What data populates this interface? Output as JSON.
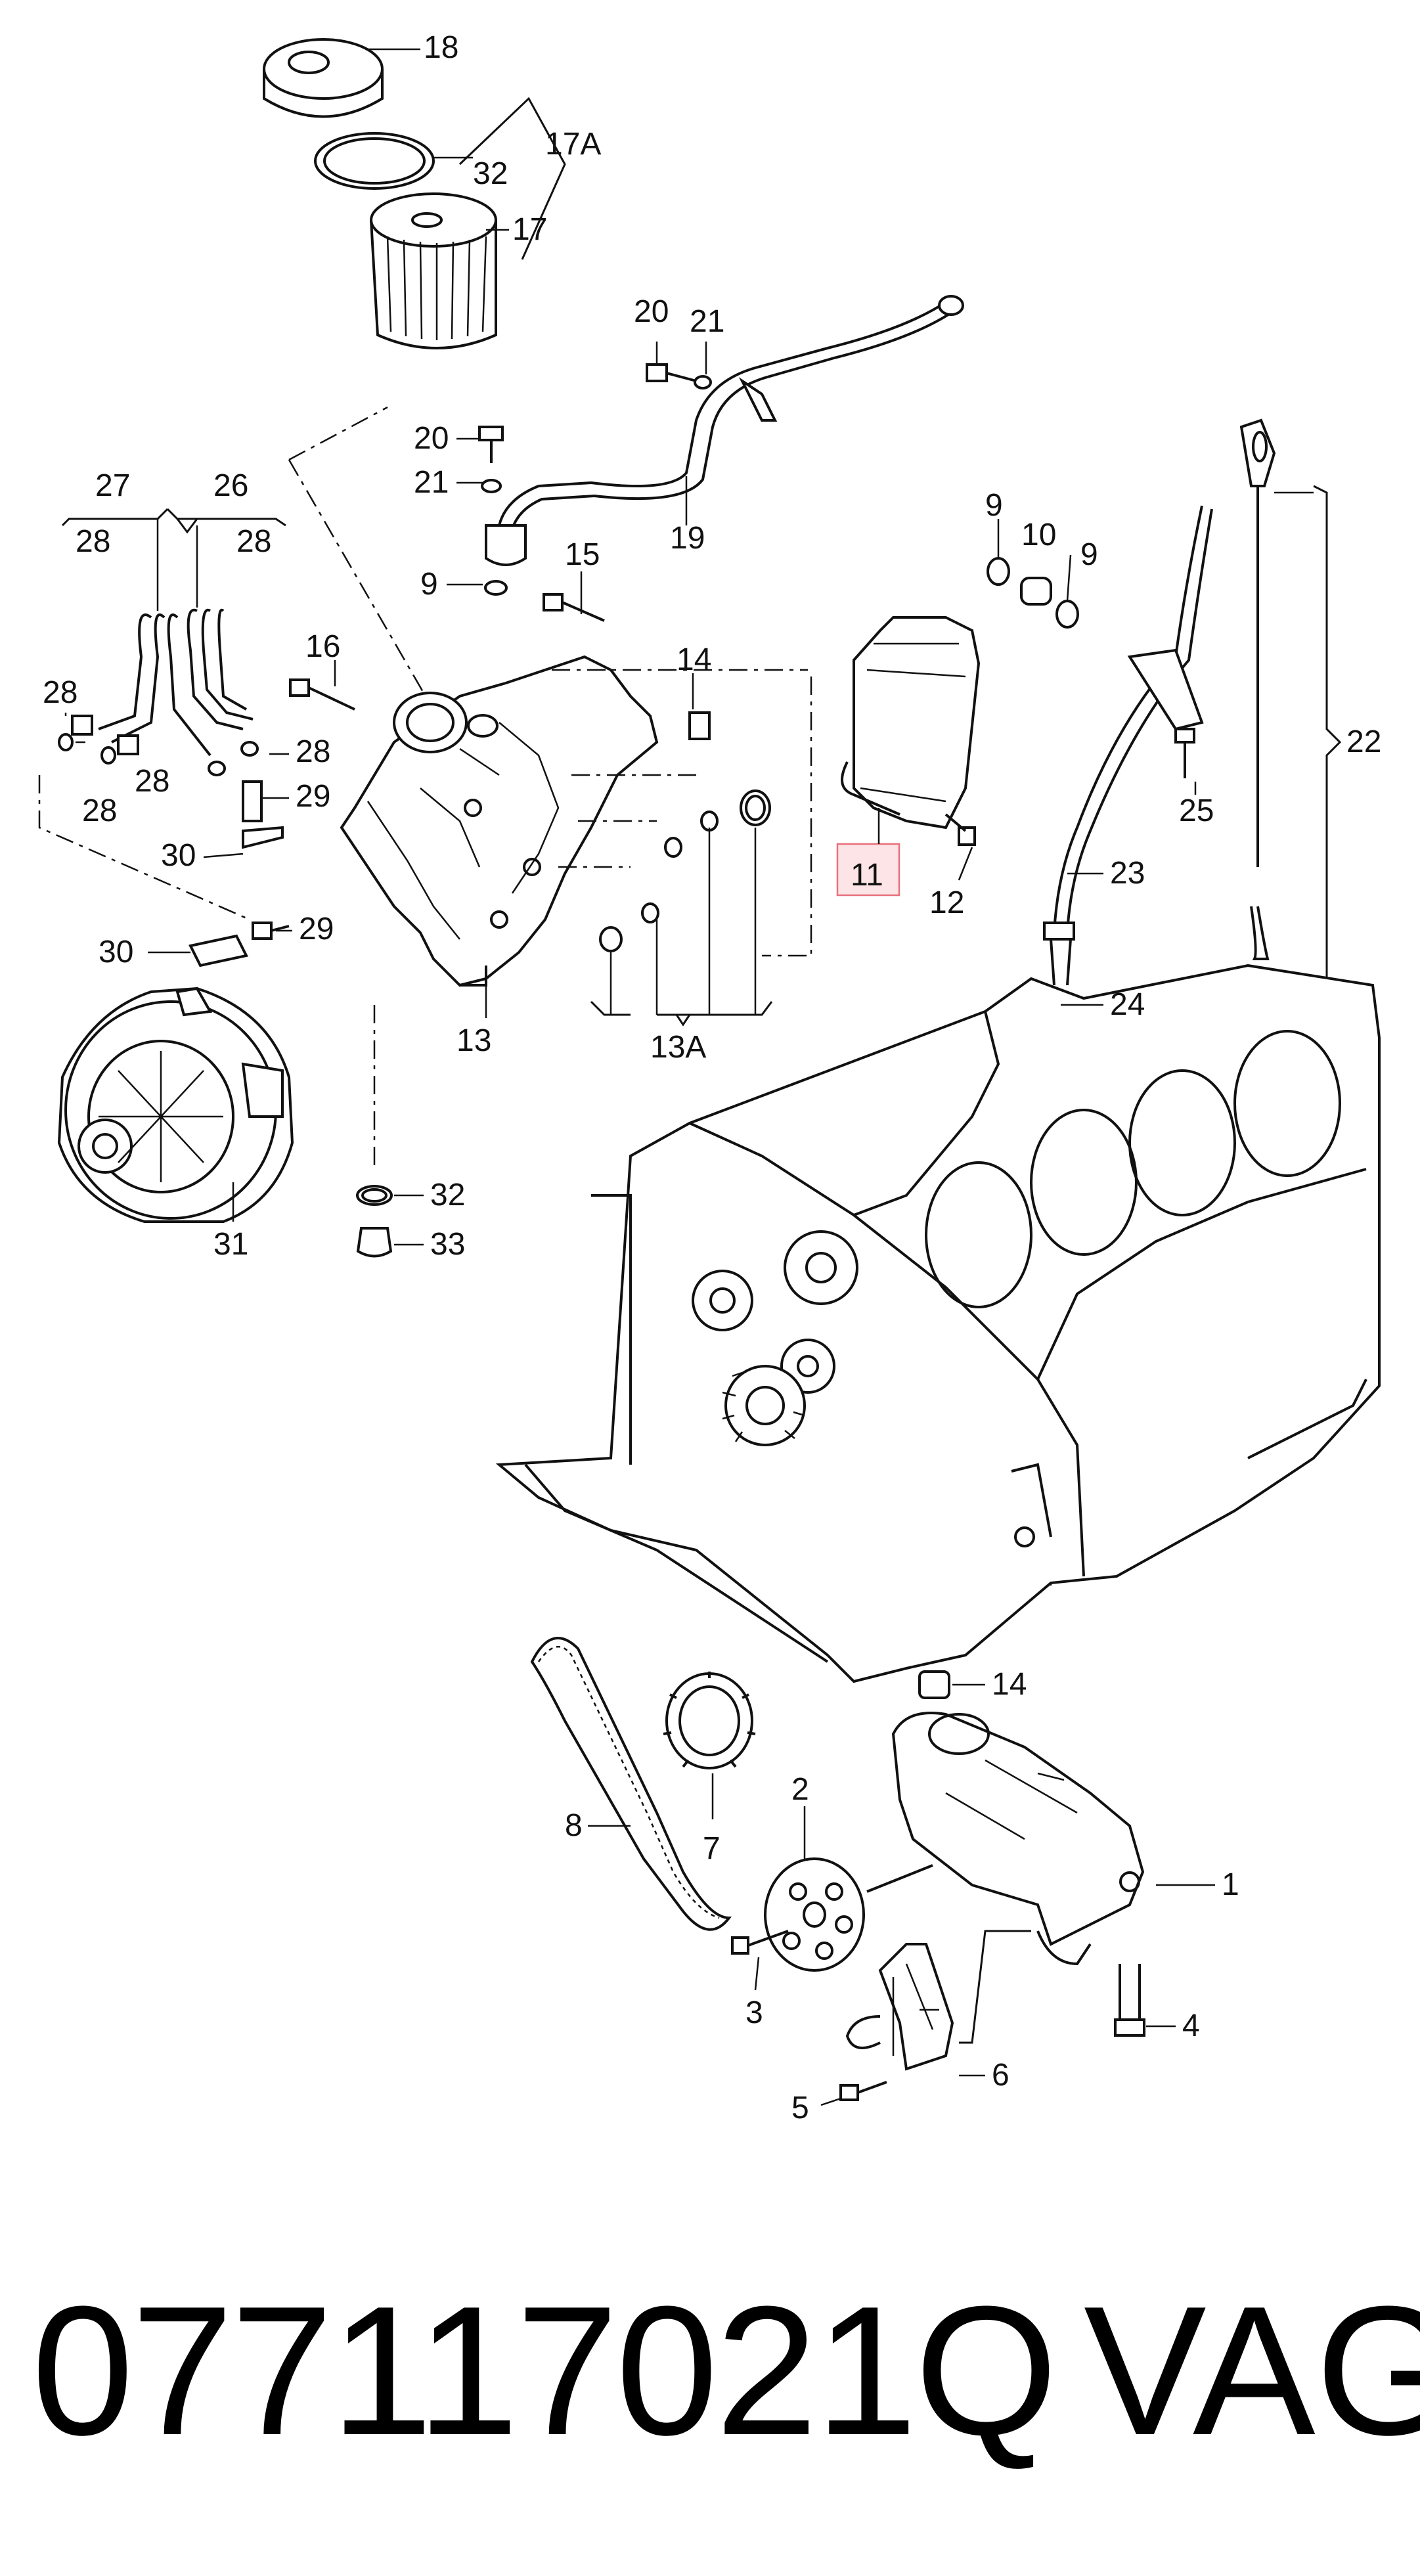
{
  "diagram": {
    "callouts": {
      "c1": "1",
      "c2": "2",
      "c3": "3",
      "c4": "4",
      "c5": "5",
      "c6": "6",
      "c7": "7",
      "c8": "8",
      "c9a": "9",
      "c9b": "9",
      "c9c": "9",
      "c10": "10",
      "c11": "11",
      "c12": "12",
      "c13": "13",
      "c13a": "13A",
      "c14a": "14",
      "c14b": "14",
      "c15": "15",
      "c16": "16",
      "c17": "17",
      "c17a": "17A",
      "c18": "18",
      "c19": "19",
      "c20a": "20",
      "c20b": "20",
      "c21a": "21",
      "c21b": "21",
      "c22": "22",
      "c23": "23",
      "c24": "24",
      "c25": "25",
      "c26": "26",
      "c27": "27",
      "c28a": "28",
      "c28b": "28",
      "c28c": "28",
      "c28d": "28",
      "c28e": "28",
      "c28f": "28",
      "c29a": "29",
      "c29b": "29",
      "c30a": "30",
      "c30b": "30",
      "c31": "31",
      "c32a": "32",
      "c32b": "32",
      "c33": "33"
    },
    "highlighted_callout": "11",
    "highlight_color": "#fde4e6",
    "highlight_border": "#e8707d"
  },
  "footer": {
    "part_number": "077117021Q",
    "brand": "VAG"
  }
}
